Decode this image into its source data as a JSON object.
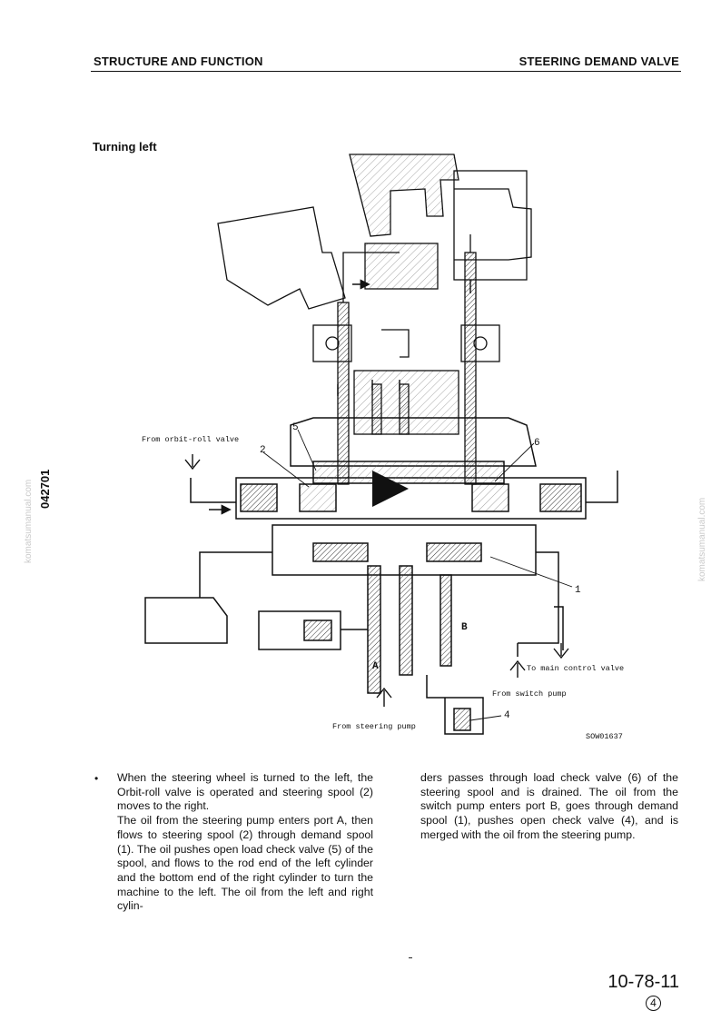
{
  "header": {
    "left": "STRUCTURE AND FUNCTION",
    "right": "STEERING DEMAND VALVE"
  },
  "section_title": "Turning left",
  "side_code": "042701",
  "watermark": "komatsumanual.com",
  "diagram": {
    "labels": {
      "from_orbit_roll": "From orbit-roll valve",
      "to_main_control": "To main control valve",
      "from_switch_pump": "From switch pump",
      "from_steering_pump": "From steering pump",
      "port_a": "A",
      "port_b": "B",
      "callout_1": "1",
      "callout_2": "2",
      "callout_4": "4",
      "callout_5": "5",
      "callout_6": "6",
      "drawing_code": "SOW01637"
    }
  },
  "body": {
    "bullet": "•",
    "left_paragraphs": [
      "When the steering wheel is turned to the left, the Orbit-roll valve is operated and steering spool (2) moves to the right.",
      "The oil from the steering pump enters port A, then flows to steering spool (2) through demand spool (1). The oil pushes open load check valve (5) of the spool, and flows to the rod end of the left cylinder and the bottom end of the right cylinder to turn the machine to the left. The oil from the left and right cylin-"
    ],
    "right_paragraphs": [
      "ders passes through load check valve (6) of the steering spool and is drained. The oil from the switch pump enters port B, goes through demand spool (1), pushes open check valve (4), and is merged with the oil from the steering pump."
    ]
  },
  "footer": {
    "page_number": "10-78-11",
    "revision": "4"
  }
}
